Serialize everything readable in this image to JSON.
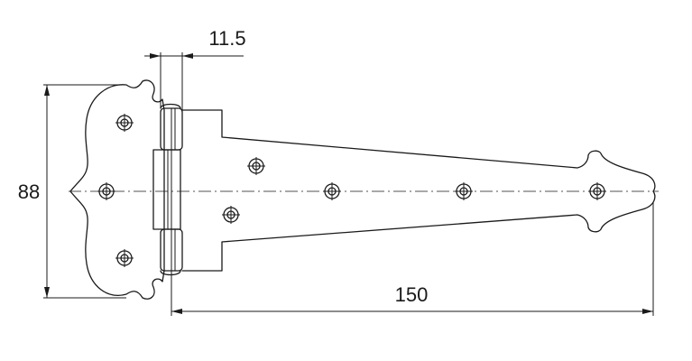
{
  "dimensions": {
    "height": {
      "label": "88"
    },
    "length": {
      "label": "150"
    },
    "knuckle": {
      "label": "11.5"
    }
  },
  "colors": {
    "stroke": "#1a1a1a",
    "background": "#ffffff"
  }
}
